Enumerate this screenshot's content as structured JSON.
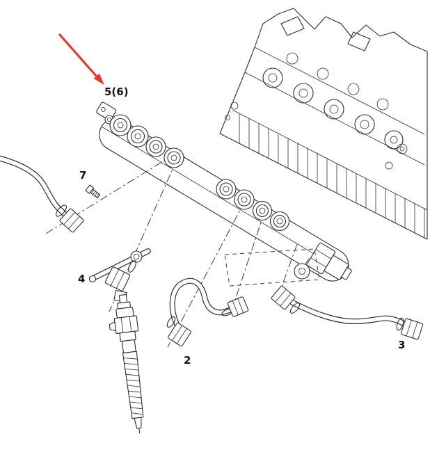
{
  "labels": {
    "part5": "5(6)",
    "part7": "7",
    "part4": "4",
    "part2": "2",
    "part3": "3"
  },
  "colors": {
    "arrow": "#e23b2e",
    "line": "#2b2b2b",
    "background": "#ffffff"
  }
}
